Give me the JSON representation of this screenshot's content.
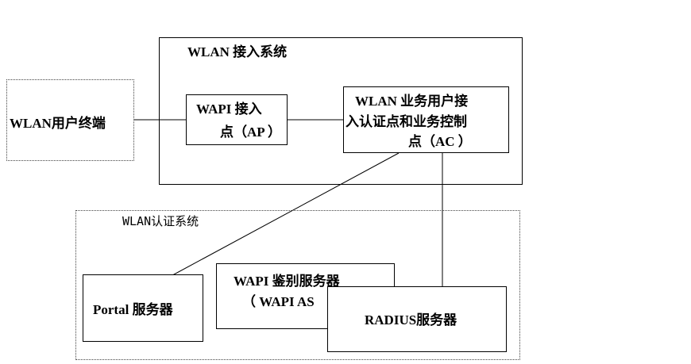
{
  "wlan_access_system": {
    "title": "WLAN  接入系统"
  },
  "terminal": {
    "label": "WLAN用户终端"
  },
  "ap": {
    "line1": "WAPI 接入",
    "line2": "点（AP ）"
  },
  "ac": {
    "line1": "WLAN 业务用户接",
    "line2": "入认证点和业务控制",
    "line3": "点（AC ）"
  },
  "auth_system": {
    "title": "WLAN认证系统"
  },
  "portal": {
    "label": "Portal 服务器"
  },
  "wapi_as": {
    "line1": "WAPI  鉴别服务器",
    "line2": "（ WAPI AS"
  },
  "radius": {
    "label": "RADIUS服务器"
  }
}
